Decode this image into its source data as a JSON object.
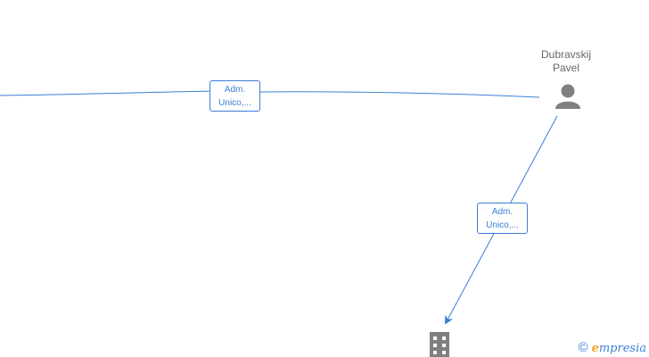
{
  "nodes": {
    "person": {
      "name_line1": "Dubravskij",
      "name_line2": "Pavel",
      "icon": "person-icon"
    },
    "company": {
      "icon": "building-icon"
    }
  },
  "edges": [
    {
      "label_line1": "Adm.",
      "label_line2": "Unico,..."
    },
    {
      "label_line1": "Adm.",
      "label_line2": "Unico,..."
    }
  ],
  "watermark": {
    "symbol": "©",
    "brand_initial": "e",
    "brand_rest": "mpresia"
  },
  "colors": {
    "edge": "#3a7fd5",
    "icon": "#808080",
    "label_text": "#666666",
    "brand_accent": "#f0a020"
  }
}
